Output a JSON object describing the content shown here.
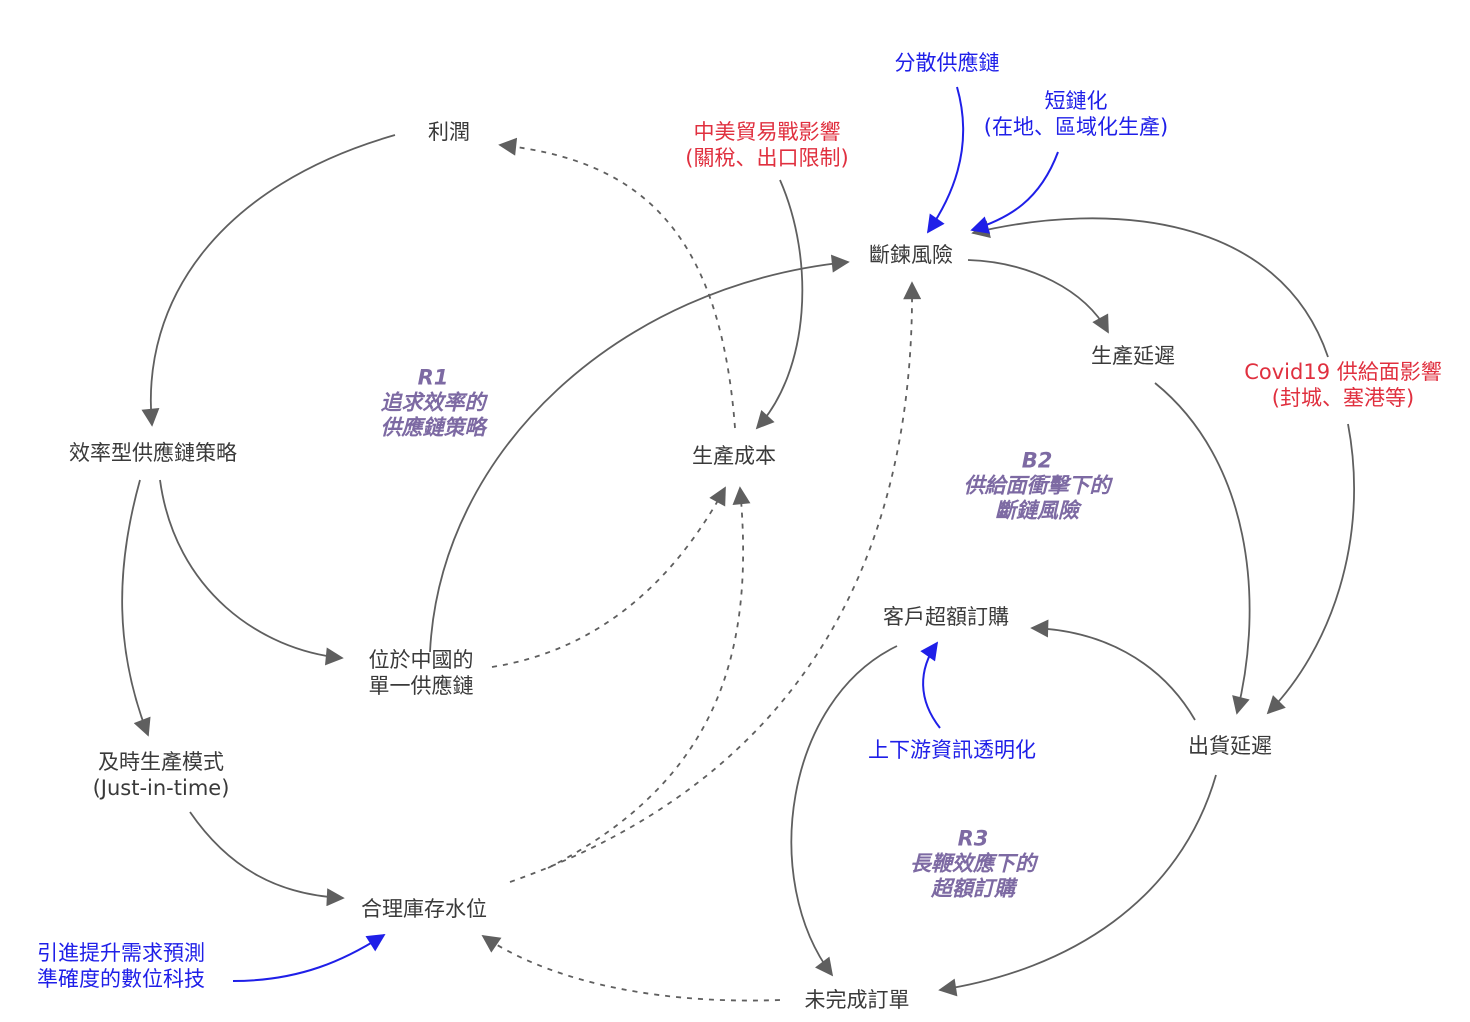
{
  "nodes": {
    "profit": {
      "lines": [
        "利潤"
      ]
    },
    "efficiency_strategy": {
      "lines": [
        "效率型供應鏈策略"
      ]
    },
    "jit": {
      "lines": [
        "及時生產模式",
        "(Just-in-time)"
      ]
    },
    "inventory": {
      "lines": [
        "合理庫存水位"
      ]
    },
    "single_chain": {
      "lines": [
        "位於中國的",
        "單一供應鏈"
      ]
    },
    "production_cost": {
      "lines": [
        "生產成本"
      ]
    },
    "disruption_risk": {
      "lines": [
        "斷鍊風險"
      ]
    },
    "production_delay": {
      "lines": [
        "生產延遲"
      ]
    },
    "shipping_delay": {
      "lines": [
        "出貨延遲"
      ]
    },
    "over_ordering": {
      "lines": [
        "客戶超額訂購"
      ]
    },
    "unfilled_orders": {
      "lines": [
        "未完成訂單"
      ]
    }
  },
  "interventions": {
    "trade_war": {
      "lines": [
        "中美貿易戰影響",
        "(關稅、出口限制)"
      ],
      "color": "#e0303f"
    },
    "covid": {
      "lines": [
        "Covid19 供給面影響",
        "(封城、塞港等)"
      ],
      "color": "#e0303f"
    },
    "diversify": {
      "lines": [
        "分散供應鏈"
      ],
      "color": "#1f1fe8"
    },
    "shorten": {
      "lines": [
        "短鏈化",
        "(在地、區域化生產)"
      ],
      "color": "#1f1fe8"
    },
    "transparency": {
      "lines": [
        "上下游資訊透明化"
      ],
      "color": "#1f1fe8"
    },
    "digital_tech": {
      "lines": [
        "引進提升需求預測",
        "準確度的數位科技"
      ],
      "color": "#1f1fe8"
    }
  },
  "loops": {
    "r1": {
      "lines": [
        "R1",
        "追求效率的",
        "供應鏈策略"
      ]
    },
    "b2": {
      "lines": [
        "B2",
        "供給面衝擊下的",
        "斷鏈風險"
      ]
    },
    "r3": {
      "lines": [
        "R3",
        "長鞭效應下的",
        "超額訂購"
      ]
    }
  },
  "colors": {
    "link": "#5f5f5f",
    "loop_label": "#7d6aa3",
    "red": "#e0303f",
    "blue": "#1f1fe8"
  }
}
